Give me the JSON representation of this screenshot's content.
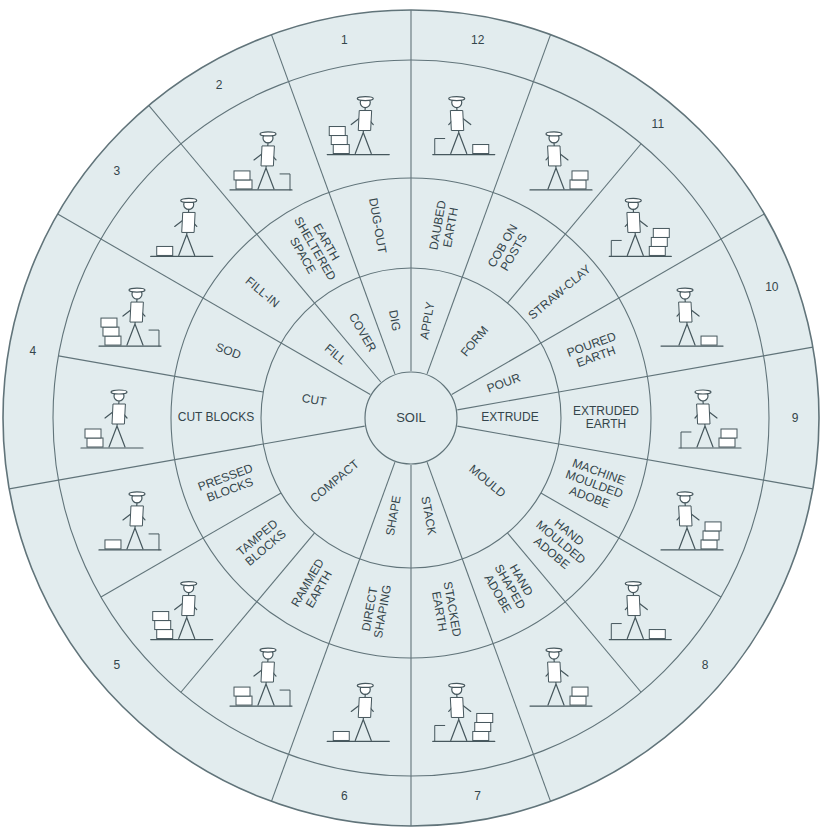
{
  "diagram": {
    "nodes": [
      {
        "text": [
          "SOIL"
        ]
      },
      {
        "text": [
          "APPLY"
        ]
      },
      {
        "text": [
          "FORM"
        ]
      },
      {
        "text": [
          "POUR"
        ]
      },
      {
        "text": [
          "EXTRUDE"
        ]
      },
      {
        "text": [
          "MOULD"
        ]
      },
      {
        "text": [
          "STACK"
        ]
      },
      {
        "text": [
          "SHAPE"
        ]
      },
      {
        "text": [
          "COMPACT"
        ]
      },
      {
        "text": [
          "CUT"
        ]
      },
      {
        "text": [
          "FILL"
        ]
      },
      {
        "text": [
          "COVER"
        ]
      },
      {
        "text": [
          "DIG"
        ]
      },
      {
        "text": [
          "DAUBED EARTH"
        ]
      },
      {
        "text": [
          "COB ON POSTS"
        ]
      },
      {
        "text": [
          "STRAW-CLAY"
        ]
      },
      {
        "text": [
          "POURED EARTH"
        ]
      },
      {
        "text": [
          "EXTRUDED EARTH"
        ]
      },
      {
        "text": [
          "MACHINE MOULDED ADOBE"
        ]
      },
      {
        "text": [
          "HAND MOULDED ADOBE"
        ]
      },
      {
        "text": [
          "HAND SHAPED ADOBE"
        ]
      },
      {
        "text": [
          "STACKED EARTH"
        ]
      },
      {
        "text": [
          "DIRECT SHAPING"
        ]
      },
      {
        "text": [
          "RAMMED EARTH"
        ]
      },
      {
        "text": [
          "TAMPED BLOCKS"
        ]
      },
      {
        "text": [
          "PRESSED BLOCKS"
        ]
      },
      {
        "text": [
          "CUT BLOCKS"
        ]
      },
      {
        "text": [
          "SOD"
        ]
      },
      {
        "text": [
          "FILL-IN"
        ]
      },
      {
        "text": [
          "EARTH SHELTERED SPACE"
        ]
      },
      {
        "text": [
          "DUG-OUT"
        ]
      }
    ],
    "labels": [
      "1",
      "2",
      "3",
      "4",
      "5",
      "6",
      "7",
      "8",
      "9",
      "10",
      "11",
      "12"
    ]
  }
}
